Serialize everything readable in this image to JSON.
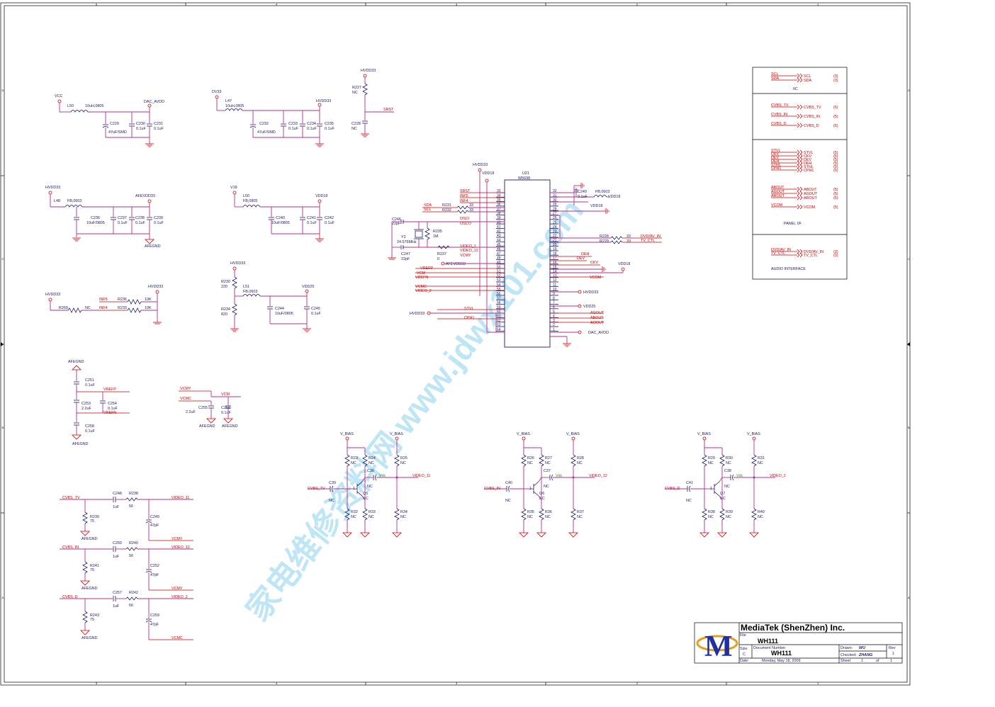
{
  "border": {
    "columns": [
      "5",
      "4",
      "3",
      "2",
      "1"
    ],
    "rows": [
      "D",
      "C",
      "B",
      "A"
    ]
  },
  "watermark": "家电维修资料网 www.jdwx101.com",
  "title_block": {
    "company": "MediaTek (ShenZhen) Inc.",
    "file_label": "File",
    "file_value": "WH111",
    "size_label": "Size",
    "size_value": "C",
    "docnum_label": "Document Number",
    "docnum_value": "WH111",
    "rev_label": "Rev",
    "rev_value": "1",
    "drawn_label": "Drawn:",
    "drawn_value": "WU",
    "checked_label": "Checked:",
    "checked_value": "ZHANG",
    "date_label": "Date:",
    "date_value": "Monday, May 18, 2009",
    "sheet_label": "Sheet",
    "sheet_value": "1",
    "of_label": "of",
    "of_value": "1",
    "logo_letter": "M"
  },
  "chip": {
    "ref": "U21",
    "part": "W5698",
    "left_pins": [
      "33",
      "34",
      "35",
      "36",
      "37",
      "38",
      "39",
      "40",
      "41",
      "42",
      "43",
      "44",
      "45",
      "46",
      "47",
      "48",
      "49",
      "50",
      "51",
      "52",
      "53",
      "54",
      "55",
      "56",
      "57",
      "58",
      "59",
      "60",
      "61",
      "62",
      "63",
      "64"
    ],
    "right_pins": [
      "32",
      "31",
      "30",
      "29",
      "28",
      "27",
      "26",
      "25",
      "24",
      "23",
      "22",
      "21",
      "20",
      "19",
      "18",
      "17",
      "16",
      "15",
      "14",
      "13",
      "12",
      "11",
      "10",
      "9",
      "8",
      "7",
      "6",
      "5",
      "4",
      "3",
      "2",
      "1"
    ],
    "left_nets": [
      "SRST",
      "INF5",
      "INF4",
      "",
      "",
      "",
      "OSCI",
      "OSCO",
      "",
      "",
      "",
      "",
      "VIDEO_1",
      "VIDEO_12",
      "VCMY",
      "",
      "",
      "VREFP",
      "VCM",
      "VREFN",
      "",
      "VCMC",
      "VIDEO_2",
      "",
      "",
      "STVL",
      "",
      "CPH1",
      "",
      "",
      "",
      ""
    ],
    "right_nets": [
      "",
      "",
      "",
      "",
      "",
      "",
      "",
      "",
      "",
      "",
      "DVD/AV_IN",
      "TV_CTL",
      "",
      "DEH",
      "DEV",
      "CKV",
      "",
      "",
      "VCOM",
      "",
      "",
      "",
      "",
      "",
      "",
      "",
      "AGOUT",
      "ABOUT",
      "AOOUT",
      "",
      "",
      ""
    ]
  },
  "labels": {
    "hvdd33": "HVDD33",
    "vdd18": "VDD18",
    "vdd25": "VDD25",
    "dac_avdd": "DAC_AVDD",
    "afevdd33": "AFEVDD33",
    "afegnd": "AFEGND",
    "vcc": "VCC",
    "dv33": "DV33",
    "v18": "V18",
    "v_bias": "V_BIAS",
    "srst": "SRST",
    "sda": "SDA",
    "scl": "SCL",
    "inf5": "INF5",
    "inf4": "INF4",
    "osci": "OSCI",
    "osco": "OSCO",
    "video_1": "VIDEO_1",
    "video_11": "VIDEO_11",
    "video_12": "VIDEO_12",
    "video_2": "VIDEO_2",
    "vcmy": "VCMY",
    "vcmc": "VCMC",
    "vcm": "VCM",
    "vrefp": "VREFP",
    "vrefn": "VREFN",
    "stvl": "STVL",
    "cph1": "CPH1",
    "deh": "DEH",
    "dev": "DEV",
    "ckv": "CKV",
    "vcom": "VCOM",
    "agout": "AGOUT",
    "about": "ABOUT",
    "aoout": "AOOUT",
    "dvd_av_in": "DVD/AV_IN",
    "tv_ctl": "TV_CTL",
    "cvbs_tv": "CVBS_TV",
    "cvbs_in": "CVBS_IN",
    "cvbs_d": "CVBS_D",
    "nc": "NC",
    "vdc": "Vdc"
  },
  "connectors": {
    "iic_title": "IIC",
    "iic": [
      {
        "net": "SCL",
        "ref": "(3)"
      },
      {
        "net": "SDA",
        "ref": "(3)"
      }
    ],
    "cvbs": [
      {
        "net": "CVBS_TV",
        "ref": "(5)"
      },
      {
        "net": "CVBS_IN",
        "ref": "(5)"
      },
      {
        "net": "CVBS_D",
        "ref": "(5)"
      }
    ],
    "panel_title": "PANEL I/F",
    "panel": [
      {
        "net": "STVL",
        "ref": "(5)"
      },
      {
        "net": "CKV",
        "ref": "(5)"
      },
      {
        "net": "DEV",
        "ref": "(5)"
      },
      {
        "net": "DEH",
        "ref": "(5)"
      },
      {
        "net": "STHL",
        "ref": "(5)"
      },
      {
        "net": "CPH1",
        "ref": "(5)"
      }
    ],
    "panel2": [
      {
        "net": "ABOUT",
        "ref": "(5)"
      },
      {
        "net": "AGOUT",
        "ref": "(5)"
      },
      {
        "net": "AROUT",
        "ref": "(5)"
      }
    ],
    "vcom": {
      "net": "VCOM",
      "ref": "(5)"
    },
    "audio_title": "AUDIO INTERFACE",
    "audio": [
      {
        "net": "DVD/AV_IN",
        "ref": "(3)"
      },
      {
        "net": "TV_CTL",
        "ref": "(3)"
      }
    ]
  },
  "components": {
    "L50": {
      "ref": "L50",
      "val": "10uH,0805"
    },
    "C229": {
      "ref": "C229",
      "val": "47uF/SMD"
    },
    "C230": {
      "ref": "C230",
      "val": "0.1uF"
    },
    "C231": {
      "ref": "C231",
      "val": "0.1uF"
    },
    "L47": {
      "ref": "L47",
      "val": "10uH,0805"
    },
    "C232": {
      "ref": "C232",
      "val": "47uF/SMD"
    },
    "C233": {
      "ref": "C233",
      "val": "0.1uF"
    },
    "C234": {
      "ref": "C234",
      "val": "0.1uF"
    },
    "C235": {
      "ref": "C235",
      "val": "0.1uF"
    },
    "R227": {
      "ref": "R227",
      "val": "NC"
    },
    "C228": {
      "ref": "C228",
      "val": "NC"
    },
    "L48": {
      "ref": "L48",
      "val": "FB,0603"
    },
    "C236": {
      "ref": "C236",
      "val": "10uF/0805"
    },
    "C237": {
      "ref": "C237",
      "val": "0.1uF"
    },
    "C238": {
      "ref": "C238",
      "val": "0.1uF"
    },
    "C239": {
      "ref": "C239",
      "val": "0.1uF"
    },
    "L50b": {
      "ref": "L50",
      "val": "FB,0805"
    },
    "C240": {
      "ref": "C240",
      "val": "10uF/0805"
    },
    "C241": {
      "ref": "C241",
      "val": "0.1uF"
    },
    "C242": {
      "ref": "C242",
      "val": "0.1uF"
    },
    "R236": {
      "ref": "R236",
      "val": "10K"
    },
    "R233": {
      "ref": "R233",
      "val": "10K"
    },
    "R269": {
      "ref": "R269",
      "val": "NC"
    },
    "R230": {
      "ref": "R230",
      "val": "220"
    },
    "R234": {
      "ref": "R234",
      "val": "820"
    },
    "L51": {
      "ref": "L51",
      "val": "FB,0603"
    },
    "C244": {
      "ref": "C244",
      "val": "10uF/0805"
    },
    "C245": {
      "ref": "C245",
      "val": "0.1uF"
    },
    "R231": {
      "ref": "R231",
      "val": "33"
    },
    "R232": {
      "ref": "R232",
      "val": "33"
    },
    "C246": {
      "ref": "C246",
      "val": "22pF"
    },
    "Y2": {
      "ref": "Y2",
      "val": "24.576MHz"
    },
    "R235": {
      "ref": "R235",
      "val": "1M"
    },
    "C247": {
      "ref": "C247",
      "val": "22pF"
    },
    "R237": {
      "ref": "R237",
      "val": "0"
    },
    "C249b": {
      "ref": "C249",
      "val": "0.1uF"
    },
    "L49": {
      "ref": "FB,0603",
      "val": ""
    },
    "R228": {
      "ref": "R228",
      "val": "33"
    },
    "R229": {
      "ref": "R229",
      "val": "33"
    },
    "C251": {
      "ref": "C251",
      "val": "0.1uF"
    },
    "C253": {
      "ref": "C253",
      "val": "2.2uF"
    },
    "C254": {
      "ref": "C254",
      "val": "0.1uF"
    },
    "C258": {
      "ref": "C258",
      "val": "0.1uF"
    },
    "C255": {
      "ref": "C255",
      "val": "2.2uF"
    },
    "C256": {
      "ref": "C256",
      "val": "0.1uF"
    },
    "C248": {
      "ref": "C248",
      "val": "1uF"
    },
    "R238": {
      "ref": "R238",
      "val": "56"
    },
    "R239": {
      "ref": "R239",
      "val": "75"
    },
    "C249": {
      "ref": "C249",
      "val": "47pF"
    },
    "C250": {
      "ref": "C250",
      "val": "1uF"
    },
    "R240": {
      "ref": "R240",
      "val": "56"
    },
    "R241": {
      "ref": "R241",
      "val": "75"
    },
    "C252": {
      "ref": "C252",
      "val": "47pF"
    },
    "C257": {
      "ref": "C257",
      "val": "1uF"
    },
    "R242": {
      "ref": "R242",
      "val": "56"
    },
    "R243": {
      "ref": "R243",
      "val": "75"
    },
    "C259": {
      "ref": "C259",
      "val": "47pF"
    }
  },
  "amplifiers": [
    {
      "cin": "C39",
      "rt1": "R23",
      "rt2": "R24",
      "rt3": "R25",
      "cout": "C36",
      "q": "Q5",
      "rb1": "R32",
      "rb2": "R33",
      "rb3": "R34",
      "in": "CVBS_TV",
      "out": "VIDEO_11"
    },
    {
      "cin": "C40",
      "rt1": "R26",
      "rt2": "R27",
      "rt3": "R28",
      "cout": "C37",
      "q": "Q6",
      "rb1": "R35",
      "rb2": "R36",
      "rb3": "R37",
      "in": "CVBS_IN",
      "out": "VIDEO_12"
    },
    {
      "cin": "C41",
      "rt1": "R29",
      "rt2": "R30",
      "rt3": "R31",
      "cout": "C38",
      "q": "Q7",
      "rb1": "R38",
      "rb2": "R39",
      "rb3": "R40",
      "in": "CVBS_D",
      "out": "VIDEO_2"
    }
  ]
}
